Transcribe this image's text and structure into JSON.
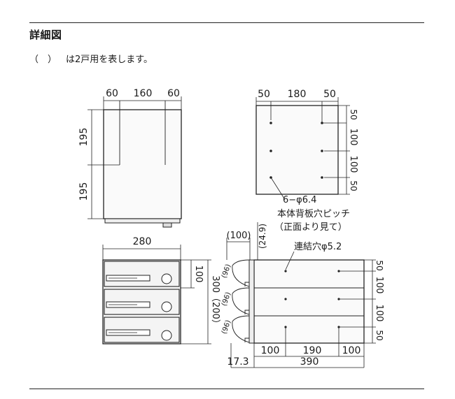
{
  "title": "詳細図",
  "note": {
    "paren": "（　）",
    "text": "は2戸用を表します。"
  },
  "front_view": {
    "dim_top": [
      "60",
      "160",
      "60"
    ],
    "dim_left": [
      "195",
      "195"
    ]
  },
  "back_view": {
    "dim_top": [
      "50",
      "180",
      "50"
    ],
    "dim_right": [
      "50",
      "100",
      "100",
      "50"
    ],
    "hole_label": "6−φ6.4",
    "pitch_label_1": "本体背板穴ピッチ",
    "pitch_label_2": "（正面より見て）"
  },
  "stack_view": {
    "dim_top": "280",
    "dim_right_box": "100",
    "dim_right_total": "300（200）"
  },
  "side_view": {
    "dim_100": "(100)",
    "dim_249": "(24.9)",
    "dim_96": [
      "(96)",
      "(96)",
      "(96)"
    ],
    "join_label": "連結穴φ5.2",
    "dim_right": [
      "50",
      "100",
      "100",
      "50"
    ],
    "dim_bottom": [
      "100",
      "190",
      "100"
    ],
    "dim_offset": "17.3",
    "dim_total": "390"
  }
}
